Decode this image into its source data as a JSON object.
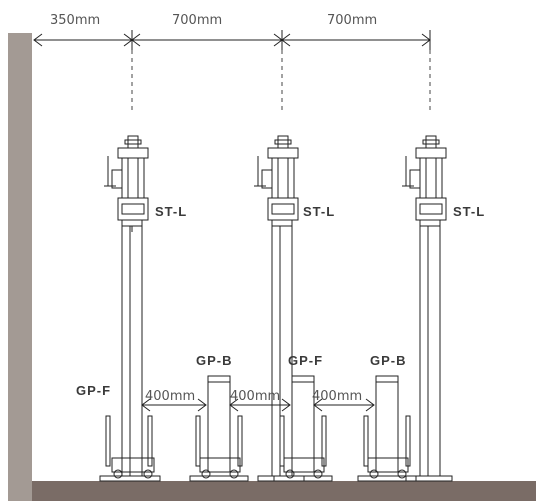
{
  "dimensions": {
    "top": [
      "350mm",
      "700mm",
      "700mm"
    ],
    "bottom": [
      "400mm",
      "400mm",
      "400mm"
    ]
  },
  "labels": {
    "stands": [
      "ST-L",
      "ST-L",
      "ST-L"
    ],
    "guide_posts": [
      "GP-F",
      "GP-B",
      "GP-F",
      "GP-B"
    ]
  },
  "colors": {
    "wall": "#a39a94",
    "floor": "#7a6c66",
    "line": "#222222",
    "text": "#3a3a3a"
  }
}
